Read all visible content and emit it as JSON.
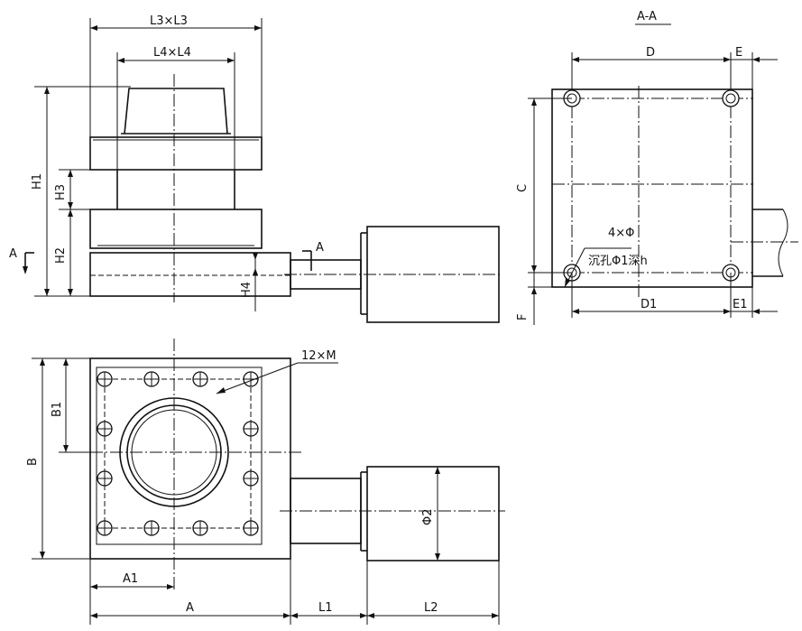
{
  "labels": {
    "l3xl3": "L3×L3",
    "l4xl4": "L4×L4",
    "aa": "A-A",
    "d": "D",
    "e": "E",
    "h1": "H1",
    "h3": "H3",
    "h2": "H2",
    "h4": "H4",
    "a_left": "A",
    "a_mid": "A",
    "c": "C",
    "f": "F",
    "d1": "D1",
    "e1": "E1",
    "holes4": "4×Φ",
    "counterbore": "沉孔Φ1深h",
    "holes12": "12×M",
    "b1": "B1",
    "b": "B",
    "phi2": "Φ2",
    "a1": "A1",
    "a_bottom": "A",
    "l1": "L1",
    "l2": "L2"
  }
}
